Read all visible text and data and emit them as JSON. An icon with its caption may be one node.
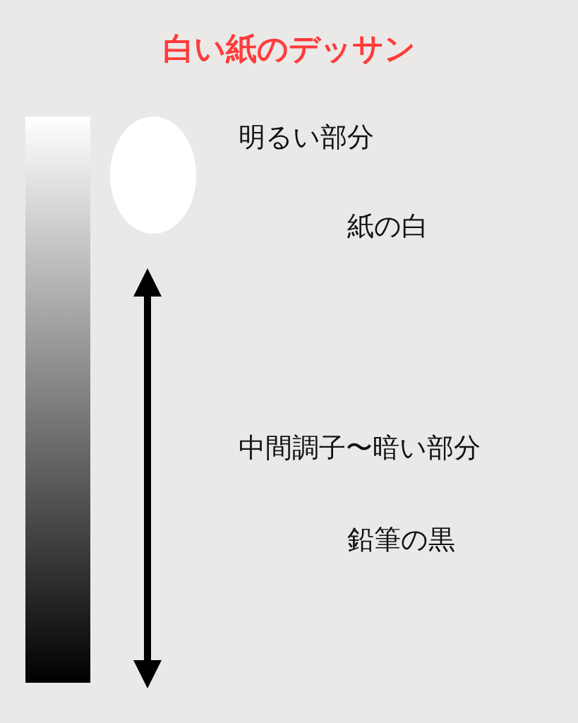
{
  "diagram": {
    "title": "白い紙のデッサン",
    "nodes": [
      {
        "text": [],
        "shape": "bar"
      },
      {
        "text": [],
        "shape": "ellipse"
      }
    ],
    "labels": [
      "明るい部分",
      "紙の白",
      "中間調子〜暗い部分",
      "鉛筆の黒"
    ]
  }
}
